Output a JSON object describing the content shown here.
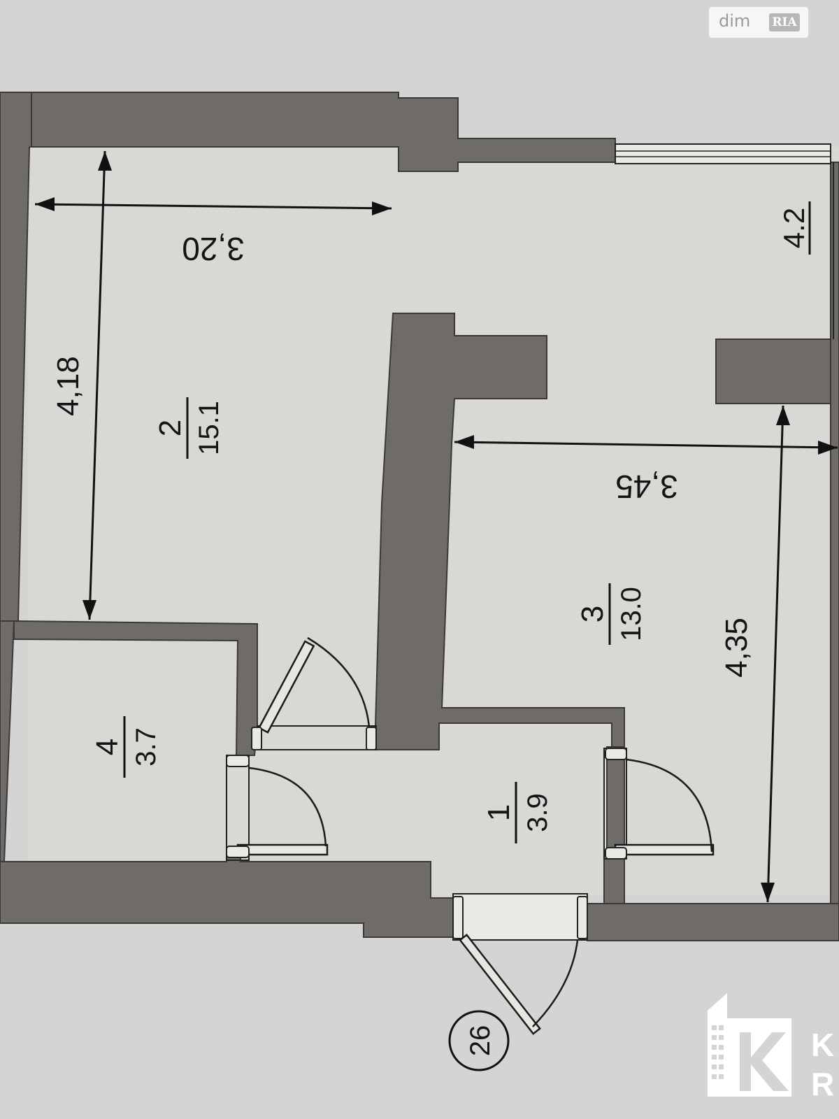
{
  "watermark": {
    "brand": "dim",
    "badge": "RIA"
  },
  "rooms": [
    {
      "number": "2",
      "area": "15.1"
    },
    {
      "number": "3",
      "area": "13.0"
    },
    {
      "number": "4",
      "area": "3.7"
    },
    {
      "number": "1",
      "area": "3.9"
    }
  ],
  "partial_room_label": "4.2",
  "dimensions": {
    "room2_width": "3,20",
    "room2_length": "4,18",
    "room3_width": "3,45",
    "room3_length": "4,35"
  },
  "apartment_number": "26",
  "agency_logo": {
    "letters": [
      "K",
      "R"
    ]
  },
  "colors": {
    "wall": "#6f6b69",
    "floor": "#d8d8d5",
    "line": "#111111"
  }
}
